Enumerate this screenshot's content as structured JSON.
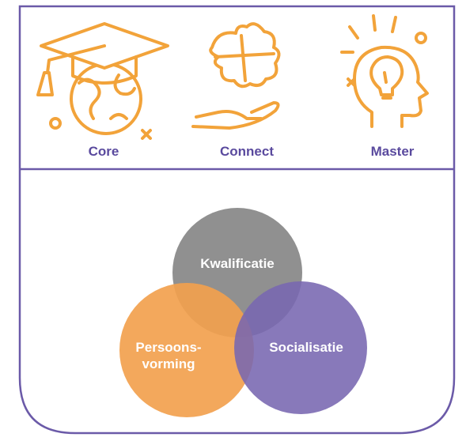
{
  "colors": {
    "frame": "#6b5aa8",
    "accent": "#f2a33a",
    "label": "#5a4a9e",
    "kwalificatie": "#8a8a8a",
    "persoonsvorming": "#f2a14e",
    "socialisatie": "#7767b0"
  },
  "icons": [
    {
      "name": "graduation-cap-globe-icon",
      "label": "Core"
    },
    {
      "name": "puzzle-hand-icon",
      "label": "Connect"
    },
    {
      "name": "lightbulb-head-icon",
      "label": "Master"
    }
  ],
  "venn": {
    "kwalificatie": "Kwalificatie",
    "persoonsvorming_line1": "Persoons-",
    "persoonsvorming_line2": "vorming",
    "socialisatie": "Socialisatie"
  }
}
